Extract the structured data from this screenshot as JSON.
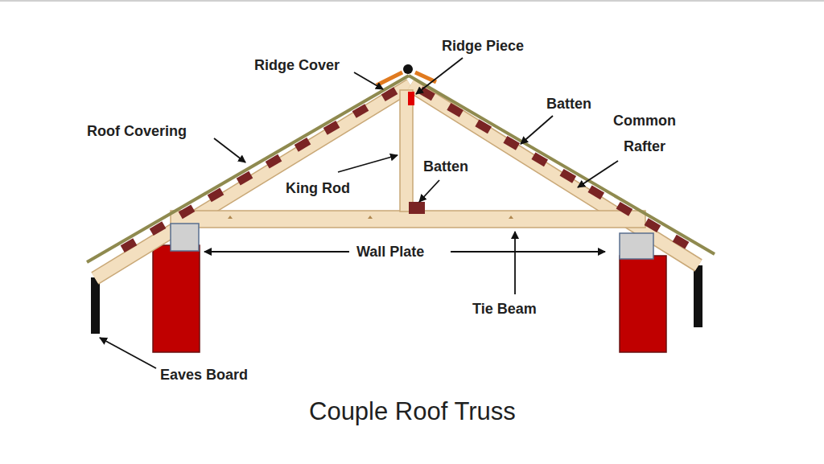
{
  "diagram": {
    "title": "Couple Roof Truss",
    "labels": [
      "Ridge Cover",
      "Ridge Piece",
      "Batten",
      "Common Rafter",
      "Roof Covering",
      "King Rod",
      "Batten",
      "Wall Plate",
      "Tie Beam",
      "Eaves Board"
    ]
  }
}
